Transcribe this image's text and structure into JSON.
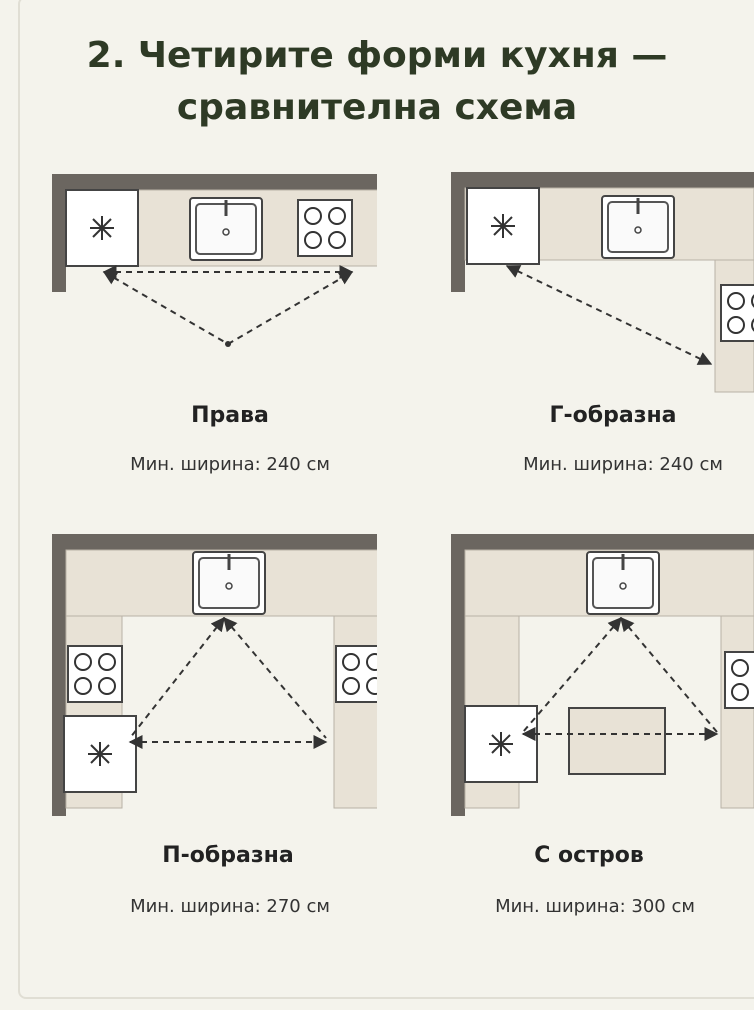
{
  "title_line1": "2. Четирите форми кухня —",
  "title_line2": "сравнителна схема",
  "layouts": [
    {
      "name": "Права",
      "min_width": "Мин. ширина: 240 см"
    },
    {
      "name": "Г-образна",
      "min_width": "Мин. ширина: 240 см"
    },
    {
      "name": "П-образна",
      "min_width": "Мин. ширина: 270 см"
    },
    {
      "name": "С остров",
      "min_width": "Мин. ширина: 300 см"
    }
  ],
  "colors": {
    "wall": "#6b6660",
    "counter": "#e8e2d6",
    "dash": "#333333"
  }
}
